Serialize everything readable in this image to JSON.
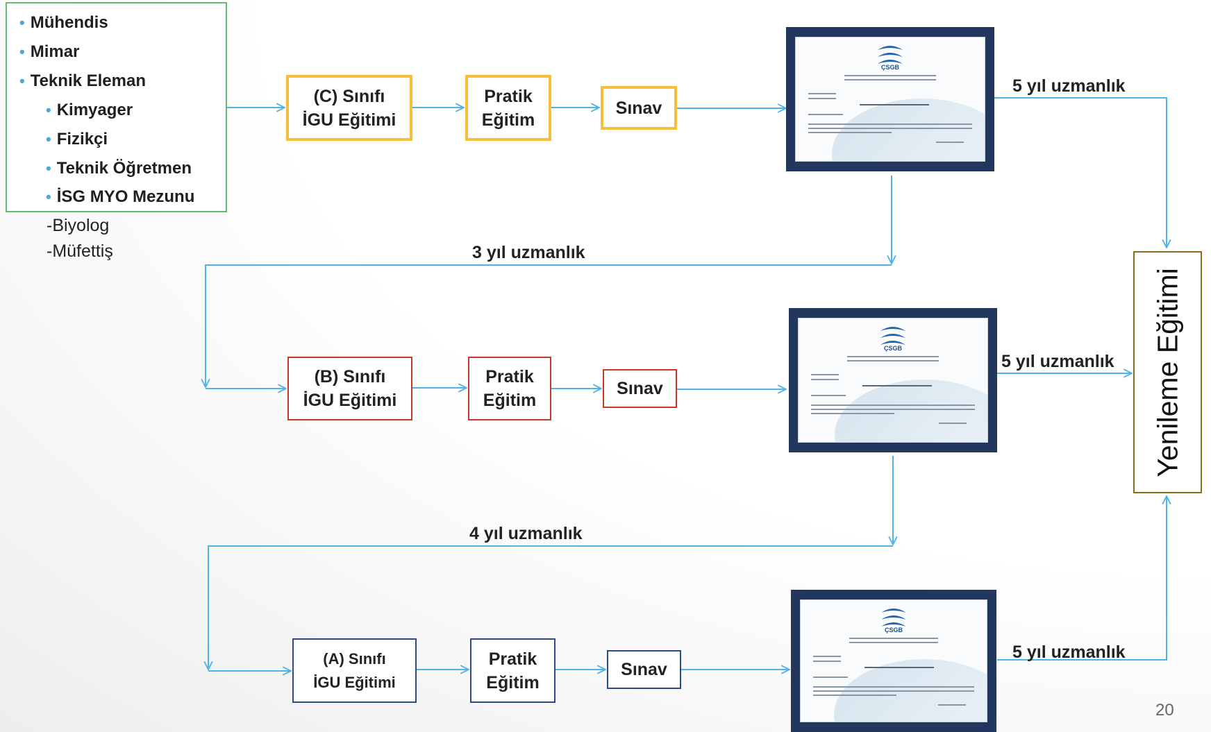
{
  "requirements": {
    "items": [
      {
        "text": "Mühendis",
        "level": 1
      },
      {
        "text": "Mimar",
        "level": 1
      },
      {
        "text": "Teknik Eleman",
        "level": 1
      },
      {
        "text": "Kimyager",
        "level": 2
      },
      {
        "text": "Fizikçi",
        "level": 2
      },
      {
        "text": "Teknik Öğretmen",
        "level": 2
      },
      {
        "text": "İSG MYO Mezunu",
        "level": 2
      }
    ],
    "extras": [
      "-Biyolog",
      "-Müfettiş"
    ]
  },
  "rows": [
    {
      "class_line1": "(C) Sınıfı",
      "class_line2": "İGU Eğitimi",
      "practical_line1": "Pratik",
      "practical_line2": "Eğitim",
      "exam": "Sınav",
      "renewal_period": "5 yıl uzmanlık",
      "border_color": "#f5bf3c"
    },
    {
      "class_line1": "(B) Sınıfı",
      "class_line2": "İGU Eğitimi",
      "practical_line1": "Pratik",
      "practical_line2": "Eğitim",
      "exam": "Sınav",
      "renewal_period": "5 yıl uzmanlık",
      "border_color": "#c0392b"
    },
    {
      "class_line1": "(A) Sınıfı",
      "class_line2": "İGU Eğitimi",
      "practical_line1": "Pratik",
      "practical_line2": "Eğitim",
      "exam": "Sınav",
      "renewal_period": "5 yıl uzmanlık",
      "border_color": "#2a4a86"
    }
  ],
  "transitions": [
    "3 yıl uzmanlık",
    "4 yıl uzmanlık"
  ],
  "certificate": {
    "logo_text": "ÇSGB",
    "icon": "csgb-certificate-icon",
    "frame_color": "#22365e"
  },
  "renewal_box": "Yenileme Eğitimi",
  "connector_color": "#4fb3e8",
  "page_number": "20"
}
